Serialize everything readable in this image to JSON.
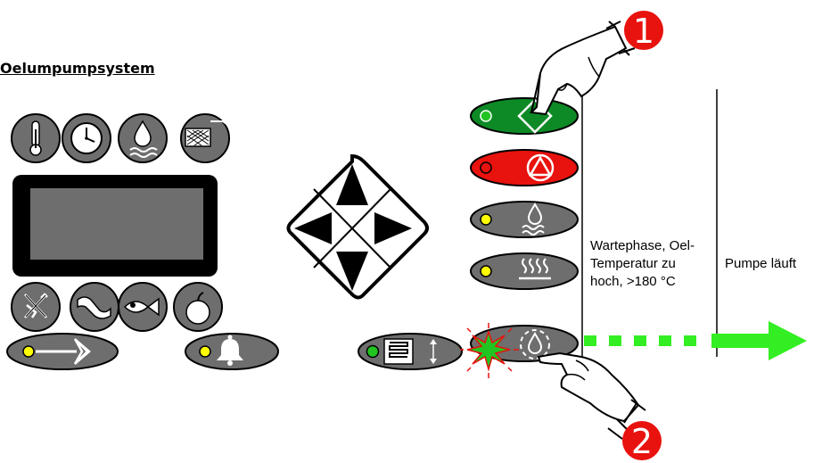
{
  "title": "Oelumpumpsystem",
  "status_notes": {
    "waiting": "Wartephase, Oel-\nTemperatur zu\nhoch, >180 °C",
    "running": "Pumpe läuft"
  },
  "steps": [
    "1",
    "2"
  ],
  "colors": {
    "panel_grey": "#6e6e6e",
    "start_green": "#0d8a26",
    "stop_red": "#e8120e",
    "led_yellow": "#ffff00",
    "led_green": "#21c421",
    "flow_green": "#33ee22",
    "marker_red": "#e8120e"
  },
  "icons": {
    "top_row": [
      "thermometer-icon",
      "clock-icon",
      "drop-waves-icon",
      "mesh-filter-icon"
    ],
    "bottom_row": [
      "crossed-tools-icon",
      "fuel-can-icon",
      "fish-icon",
      "apple-icon"
    ],
    "controls": [
      "enter-arrow-icon",
      "bell-icon",
      "heater-updown-icon"
    ],
    "right_column": [
      "start-diamond-icon",
      "stop-triangle-icon",
      "drop-waves-icon",
      "heat-waves-icon",
      "drop-circle-icon"
    ],
    "navigation": "direction-pad-icon"
  }
}
